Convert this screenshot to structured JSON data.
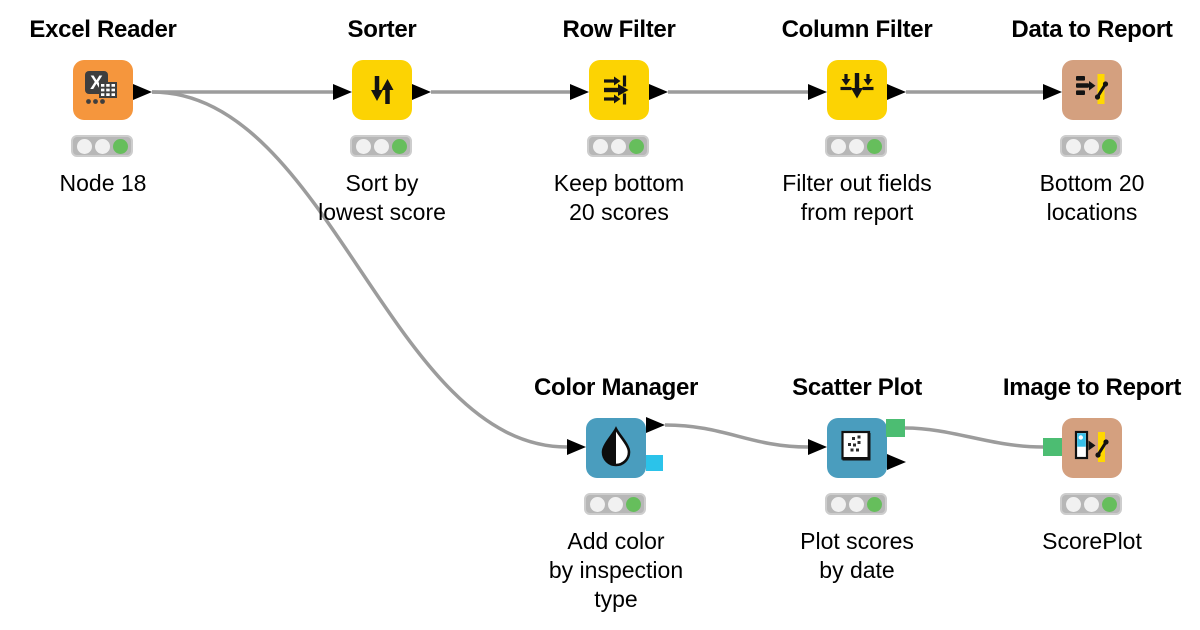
{
  "app": {
    "name": "KNIME workflow canvas",
    "background": "#FFFFFF"
  },
  "colors": {
    "reader_node": "#F5963D",
    "manipulator_node": "#FCD303",
    "view_node": "#4A9DBE",
    "report_node": "#D4A07F",
    "wire": "#9C9C9C",
    "port_data": "#000000",
    "port_image": "#4CBD72",
    "port_color_model": "#2BC3EA",
    "status_executed": "#66BE5C",
    "status_off": "#F1F1F1",
    "traffic_light_bg": "#B7B7B7"
  },
  "nodes": [
    {
      "id": "excel-reader",
      "title": "Excel Reader",
      "label": "Node 18",
      "status": "executed",
      "traffic_light": [
        "off",
        "off",
        "green"
      ],
      "icon": "excel-reader-icon",
      "color": "#F5963D",
      "ports_out": [
        "data"
      ]
    },
    {
      "id": "sorter",
      "title": "Sorter",
      "label": "Sort by\nlowest score",
      "status": "executed",
      "traffic_light": [
        "off",
        "off",
        "green"
      ],
      "icon": "sorter-icon",
      "color": "#FCD303",
      "ports_in": [
        "data"
      ],
      "ports_out": [
        "data"
      ]
    },
    {
      "id": "row-filter",
      "title": "Row Filter",
      "label": "Keep bottom\n20 scores",
      "status": "executed",
      "traffic_light": [
        "off",
        "off",
        "green"
      ],
      "icon": "row-filter-icon",
      "color": "#FCD303",
      "ports_in": [
        "data"
      ],
      "ports_out": [
        "data"
      ]
    },
    {
      "id": "column-filter",
      "title": "Column Filter",
      "label": "Filter out fields\nfrom report",
      "status": "executed",
      "traffic_light": [
        "off",
        "off",
        "green"
      ],
      "icon": "column-filter-icon",
      "color": "#FCD303",
      "ports_in": [
        "data"
      ],
      "ports_out": [
        "data"
      ]
    },
    {
      "id": "data-to-report",
      "title": "Data to Report",
      "label": "Bottom 20\nlocations",
      "status": "executed",
      "traffic_light": [
        "off",
        "off",
        "green"
      ],
      "icon": "data-to-report-icon",
      "color": "#D4A07F",
      "ports_in": [
        "data"
      ]
    },
    {
      "id": "color-manager",
      "title": "Color Manager",
      "label": "Add color\nby inspection\ntype",
      "status": "executed",
      "traffic_light": [
        "off",
        "off",
        "green"
      ],
      "icon": "color-manager-icon",
      "color": "#4A9DBE",
      "ports_in": [
        "data"
      ],
      "ports_out": [
        "data",
        "color-model"
      ]
    },
    {
      "id": "scatter-plot",
      "title": "Scatter Plot",
      "label": "Plot scores\nby date",
      "status": "executed",
      "traffic_light": [
        "off",
        "off",
        "green"
      ],
      "icon": "scatter-plot-icon",
      "color": "#4A9DBE",
      "ports_in": [
        "data"
      ],
      "ports_out": [
        "image",
        "data"
      ]
    },
    {
      "id": "image-to-report",
      "title": "Image to Report",
      "label": "ScorePlot",
      "status": "executed",
      "traffic_light": [
        "off",
        "off",
        "green"
      ],
      "icon": "image-to-report-icon",
      "color": "#D4A07F",
      "ports_in": [
        "image"
      ]
    }
  ],
  "connections": [
    {
      "from": "excel-reader",
      "to": "sorter",
      "type": "data"
    },
    {
      "from": "excel-reader",
      "to": "color-manager",
      "type": "data"
    },
    {
      "from": "sorter",
      "to": "row-filter",
      "type": "data"
    },
    {
      "from": "row-filter",
      "to": "column-filter",
      "type": "data"
    },
    {
      "from": "column-filter",
      "to": "data-to-report",
      "type": "data"
    },
    {
      "from": "color-manager",
      "to": "scatter-plot",
      "type": "data"
    },
    {
      "from": "scatter-plot",
      "to": "image-to-report",
      "type": "image"
    }
  ]
}
